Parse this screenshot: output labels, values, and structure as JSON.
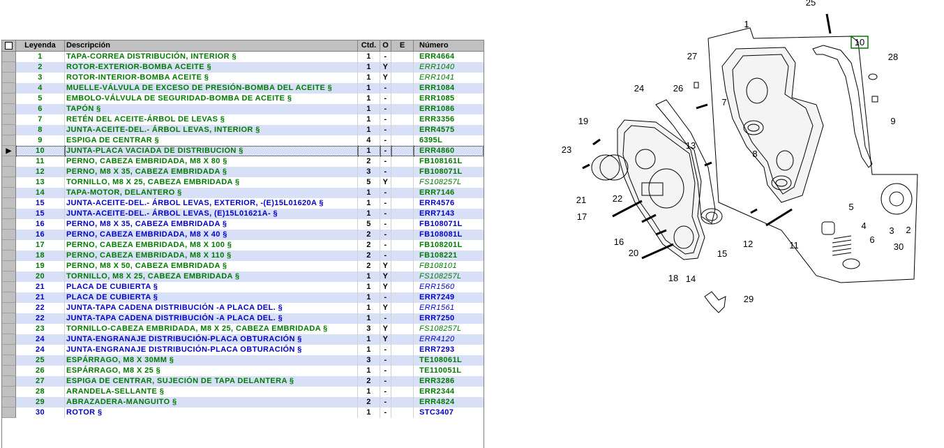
{
  "table": {
    "headers": {
      "leyenda": "Leyenda",
      "descripcion": "Descripción",
      "ctd": "Ctd.",
      "o": "O",
      "e": "E",
      "numero": "Número"
    },
    "rows": [
      {
        "leyenda": "1",
        "desc": "TAPA-CORREA DISTRIBUCIÓN, INTERIOR §",
        "ctd": "1",
        "o": "-",
        "num": "ERR4664",
        "color": "#007a00",
        "ital": false
      },
      {
        "leyenda": "2",
        "desc": "ROTOR-EXTERIOR-BOMBA ACEITE §",
        "ctd": "1",
        "o": "Y",
        "num": "ERR1040",
        "color": "#007a00",
        "ital": true
      },
      {
        "leyenda": "3",
        "desc": "ROTOR-INTERIOR-BOMBA ACEITE §",
        "ctd": "1",
        "o": "Y",
        "num": "ERR1041",
        "color": "#007a00",
        "ital": true
      },
      {
        "leyenda": "4",
        "desc": "MUELLE-VÁLVULA DE EXCESO DE PRESIÓN-BOMBA DEL ACEITE §",
        "ctd": "1",
        "o": "-",
        "num": "ERR1084",
        "color": "#007a00",
        "ital": false
      },
      {
        "leyenda": "5",
        "desc": "EMBOLO-VÁLVULA DE SEGURIDAD-BOMBA DE ACEITE §",
        "ctd": "1",
        "o": "-",
        "num": "ERR1085",
        "color": "#007a00",
        "ital": false
      },
      {
        "leyenda": "6",
        "desc": "TAPÓN §",
        "ctd": "1",
        "o": "-",
        "num": "ERR1086",
        "color": "#007a00",
        "ital": false
      },
      {
        "leyenda": "7",
        "desc": "RETÉN DEL ACEITE-ÁRBOL DE LEVAS §",
        "ctd": "1",
        "o": "-",
        "num": "ERR3356",
        "color": "#007a00",
        "ital": false
      },
      {
        "leyenda": "8",
        "desc": "JUNTA-ACEITE-DEL.- ÁRBOL LEVAS, INTERIOR §",
        "ctd": "1",
        "o": "-",
        "num": "ERR4575",
        "color": "#007a00",
        "ital": false
      },
      {
        "leyenda": "9",
        "desc": "ESPIGA DE CENTRAR §",
        "ctd": "4",
        "o": "-",
        "num": "6395L",
        "color": "#007a00",
        "ital": false
      },
      {
        "leyenda": "10",
        "desc": "JUNTA-PLACA VACIADA DE DISTRIBUCIÓN §",
        "ctd": "1",
        "o": "-",
        "num": "ERR4860",
        "color": "#007a00",
        "ital": false
      },
      {
        "leyenda": "11",
        "desc": "PERNO, CABEZA EMBRIDADA, M8 X 80 §",
        "ctd": "2",
        "o": "-",
        "num": "FB108161L",
        "color": "#007a00",
        "ital": false
      },
      {
        "leyenda": "12",
        "desc": "PERNO, M8 X 35, CABEZA EMBRIDADA §",
        "ctd": "3",
        "o": "-",
        "num": "FB108071L",
        "color": "#007a00",
        "ital": false
      },
      {
        "leyenda": "13",
        "desc": "TORNILLO, M8 X 25, CABEZA EMBRIDADA §",
        "ctd": "5",
        "o": "Y",
        "num": "FS108257L",
        "color": "#007a00",
        "ital": true
      },
      {
        "leyenda": "14",
        "desc": "TAPA-MOTOR, DELANTERO §",
        "ctd": "1",
        "o": "-",
        "num": "ERR7146",
        "color": "#007a00",
        "ital": false
      },
      {
        "leyenda": "15",
        "desc": "JUNTA-ACEITE-DEL.- ÁRBOL LEVAS, EXTERIOR, -(E)15L01620A §",
        "ctd": "1",
        "o": "-",
        "num": "ERR4576",
        "color": "#0000c8",
        "ital": false
      },
      {
        "leyenda": "15",
        "desc": "JUNTA-ACEITE-DEL.- ÁRBOL LEVAS, (E)15L01621A- §",
        "ctd": "1",
        "o": "-",
        "num": "ERR7143",
        "color": "#0000c8",
        "ital": false
      },
      {
        "leyenda": "16",
        "desc": "PERNO, M8 X 35, CABEZA EMBRIDADA §",
        "ctd": "5",
        "o": "-",
        "num": "FB108071L",
        "color": "#0000c8",
        "ital": false
      },
      {
        "leyenda": "16",
        "desc": "PERNO, CABEZA EMBRIDADA, M8 X 40 §",
        "ctd": "2",
        "o": "-",
        "num": "FB108081L",
        "color": "#0000c8",
        "ital": false
      },
      {
        "leyenda": "17",
        "desc": "PERNO, CABEZA EMBRIDADA, M8 X 100 §",
        "ctd": "2",
        "o": "-",
        "num": "FB108201L",
        "color": "#007a00",
        "ital": false
      },
      {
        "leyenda": "18",
        "desc": "PERNO, CABEZA EMBRIDADA, M8 X 110 §",
        "ctd": "2",
        "o": "-",
        "num": "FB108221",
        "color": "#007a00",
        "ital": false
      },
      {
        "leyenda": "19",
        "desc": "PERNO, M8 X 50, CABEZA EMBRIDADA §",
        "ctd": "2",
        "o": "Y",
        "num": "FB108101",
        "color": "#007a00",
        "ital": true
      },
      {
        "leyenda": "20",
        "desc": "TORNILLO, M8 X 25, CABEZA EMBRIDADA §",
        "ctd": "1",
        "o": "Y",
        "num": "FS108257L",
        "color": "#007a00",
        "ital": true
      },
      {
        "leyenda": "21",
        "desc": "PLACA DE CUBIERTA §",
        "ctd": "1",
        "o": "Y",
        "num": "ERR1560",
        "color": "#0000c8",
        "ital": true
      },
      {
        "leyenda": "21",
        "desc": "PLACA DE CUBIERTA §",
        "ctd": "1",
        "o": "-",
        "num": "ERR7249",
        "color": "#0000c8",
        "ital": false
      },
      {
        "leyenda": "22",
        "desc": "JUNTA-TAPA CADENA DISTRIBUCIÓN -A PLACA DEL. §",
        "ctd": "1",
        "o": "Y",
        "num": "ERR1561",
        "color": "#0000c8",
        "ital": true
      },
      {
        "leyenda": "22",
        "desc": "JUNTA-TAPA CADENA DISTRIBUCIÓN -A PLACA DEL. §",
        "ctd": "1",
        "o": "-",
        "num": "ERR7250",
        "color": "#0000c8",
        "ital": false
      },
      {
        "leyenda": "23",
        "desc": "TORNILLO-CABEZA EMBRIDADA, M8 X 25, CABEZA EMBRIDADA §",
        "ctd": "3",
        "o": "Y",
        "num": "FS108257L",
        "color": "#007a00",
        "ital": true
      },
      {
        "leyenda": "24",
        "desc": "JUNTA-ENGRANAJE DISTRIBUCIÓN-PLACA OBTURACIÓN §",
        "ctd": "1",
        "o": "Y",
        "num": "ERR4120",
        "color": "#0000c8",
        "ital": true
      },
      {
        "leyenda": "24",
        "desc": "JUNTA-ENGRANAJE DISTRIBUCIÓN-PLACA OBTURACIÓN §",
        "ctd": "1",
        "o": "-",
        "num": "ERR7293",
        "color": "#0000c8",
        "ital": false
      },
      {
        "leyenda": "25",
        "desc": "ESPÁRRAGO, M8 X 30MM §",
        "ctd": "3",
        "o": "-",
        "num": "TE108061L",
        "color": "#007a00",
        "ital": false
      },
      {
        "leyenda": "26",
        "desc": "ESPÁRRAGO, M8 X 25 §",
        "ctd": "1",
        "o": "-",
        "num": "TE110051L",
        "color": "#007a00",
        "ital": false
      },
      {
        "leyenda": "27",
        "desc": "ESPIGA DE CENTRAR, SUJECIÓN DE TAPA DELANTERA §",
        "ctd": "2",
        "o": "-",
        "num": "ERR3286",
        "color": "#007a00",
        "ital": false
      },
      {
        "leyenda": "28",
        "desc": "ARANDELA-SELLANTE §",
        "ctd": "1",
        "o": "-",
        "num": "ERR2344",
        "color": "#007a00",
        "ital": false
      },
      {
        "leyenda": "29",
        "desc": "ABRAZADERA-MANGUITO §",
        "ctd": "2",
        "o": "-",
        "num": "ERR4824",
        "color": "#007a00",
        "ital": false
      },
      {
        "leyenda": "30",
        "desc": "ROTOR §",
        "ctd": "1",
        "o": "-",
        "num": "STC3407",
        "color": "#0000c8",
        "ital": false
      }
    ],
    "current_row": 9
  },
  "diagram": {
    "callouts": [
      {
        "label": "1"
      },
      {
        "label": "2"
      },
      {
        "label": "3"
      },
      {
        "label": "4"
      },
      {
        "label": "5"
      },
      {
        "label": "6"
      },
      {
        "label": "7"
      },
      {
        "label": "8"
      },
      {
        "label": "9"
      },
      {
        "label": "10"
      },
      {
        "label": "11"
      },
      {
        "label": "12"
      },
      {
        "label": "13"
      },
      {
        "label": "14"
      },
      {
        "label": "15"
      },
      {
        "label": "16"
      },
      {
        "label": "17"
      },
      {
        "label": "18"
      },
      {
        "label": "19"
      },
      {
        "label": "20"
      },
      {
        "label": "21"
      },
      {
        "label": "22"
      },
      {
        "label": "23"
      },
      {
        "label": "24"
      },
      {
        "label": "25"
      },
      {
        "label": "26"
      },
      {
        "label": "27"
      },
      {
        "label": "28"
      },
      {
        "label": "29"
      },
      {
        "label": "30"
      }
    ],
    "highlight_label": "10",
    "highlight_color": "#007a00"
  }
}
